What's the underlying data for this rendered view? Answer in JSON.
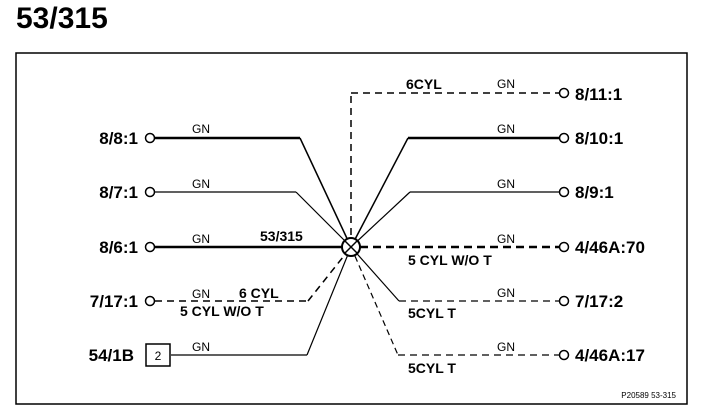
{
  "title": "53/315",
  "splice": {
    "label": "53/315"
  },
  "connectors": {
    "c_8_11_1": "8/11:1",
    "c_8_10_1": "8/10:1",
    "c_8_9_1": "8/9:1",
    "c_4_46A_70": "4/46A:70",
    "c_7_17_2": "7/17:2",
    "c_4_46A_17": "4/46A:17",
    "c_8_8_1": "8/8:1",
    "c_8_7_1": "8/7:1",
    "c_8_6_1": "8/6:1",
    "c_7_17_1": "7/17:1",
    "c_54_1B": "54/1B",
    "pin_54_1B": "2"
  },
  "wire_color": "GN",
  "conditions": {
    "six_cyl_top": "6CYL",
    "five_cyl_wo_t_right": "5 CYL W/O T",
    "six_cyl_left": "6 CYL",
    "five_cyl_wo_t_left": "5 CYL W/O T",
    "five_cyl_t_1": "5CYL T",
    "five_cyl_t_2": "5CYL T"
  },
  "footer": "P20589  53-315",
  "colors": {
    "line": "#000000",
    "background": "#ffffff"
  }
}
